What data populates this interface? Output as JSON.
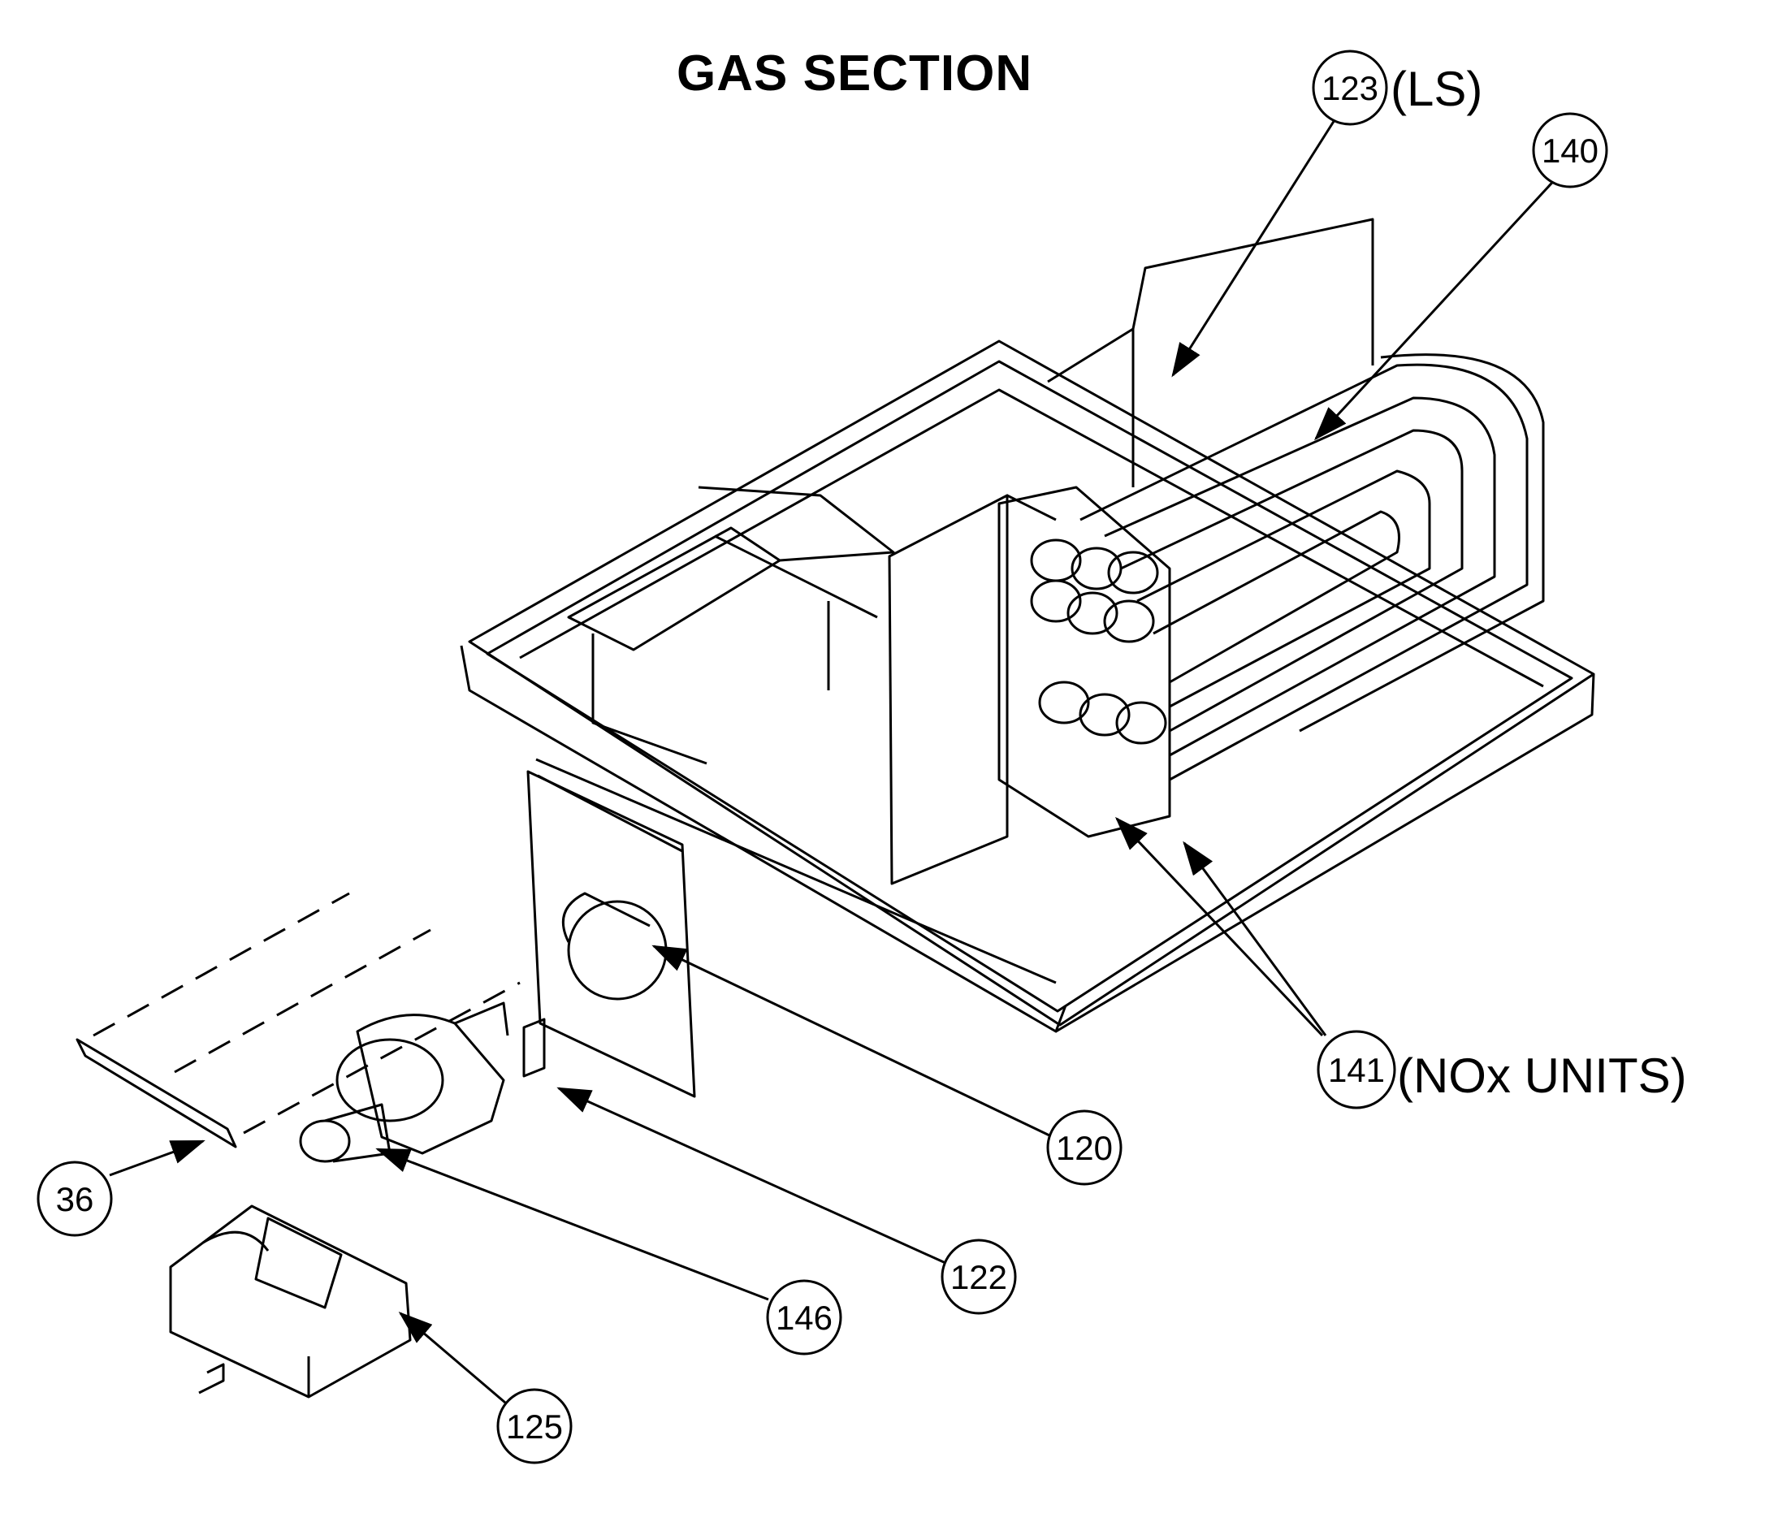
{
  "title": "GAS SECTION",
  "callouts": [
    {
      "id": "c123",
      "label": "123",
      "suffix": "(LS)"
    },
    {
      "id": "c140",
      "label": "140",
      "suffix": ""
    },
    {
      "id": "c141",
      "label": "141",
      "suffix": "(NOx UNITS)"
    },
    {
      "id": "c120",
      "label": "120",
      "suffix": ""
    },
    {
      "id": "c122",
      "label": "122",
      "suffix": ""
    },
    {
      "id": "c146",
      "label": "146",
      "suffix": ""
    },
    {
      "id": "c125",
      "label": "125",
      "suffix": ""
    },
    {
      "id": "c36",
      "label": "36",
      "suffix": ""
    }
  ]
}
